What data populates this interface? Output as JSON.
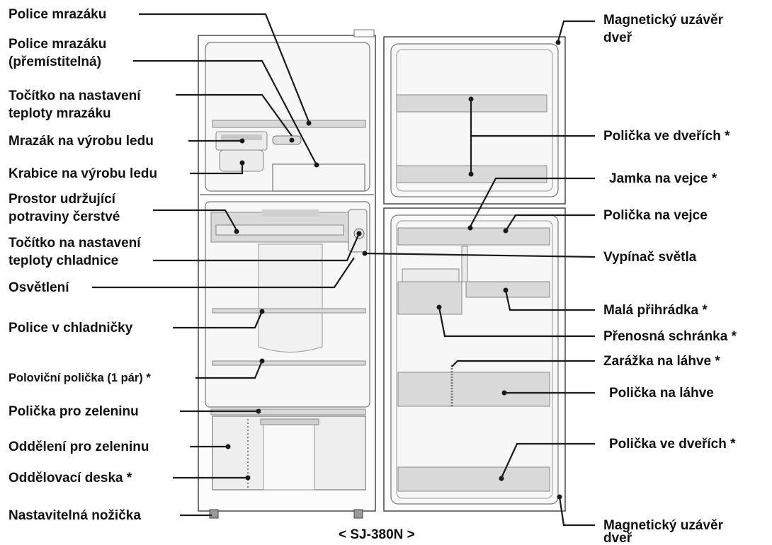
{
  "model_caption": "< SJ-380N >",
  "labels": {
    "freezer_shelf": "Police mrazáku",
    "freezer_shelf_movable_1": "Police mrazáku",
    "freezer_shelf_movable_2": "(přemístitelná)",
    "freezer_dial_1": "Točítko na nastavení",
    "freezer_dial_2": "teploty mrazáku",
    "ice_maker": "Mrazák na výrobu ledu",
    "ice_box": "Krabice na výrobu ledu",
    "fresh_zone_1": "Prostor udržující",
    "fresh_zone_2": "potraviny čerstvé",
    "fridge_dial_1": "Točítko na nastavení",
    "fridge_dial_2": "teploty chladnice",
    "lighting": "Osvětlení",
    "fridge_shelf": "Police v chladničky",
    "half_shelf": "Poloviční polička (1 pár) *",
    "veg_shelf": "Polička pro zeleninu",
    "veg_compartment": "Oddělení pro zeleninu",
    "divider": "Oddělovací deska *",
    "leg": "Nastavitelná nožička",
    "magnet_top_1": "Magnetický uzávěr",
    "magnet_top_2": "dveř",
    "door_shelf_top": "Polička ve dveřích *",
    "egg_cup": "Jamka na vejce *",
    "egg_shelf": "Polička na vejce",
    "light_switch": "Vypínač světla",
    "small_comp": "Malá přihrádka *",
    "portable_box": "Přenosná schránka *",
    "bottle_stopper": "Zarážka na láhve *",
    "bottle_shelf": "Polička na láhve",
    "door_shelf_bottom": "Polička ve dveřích *",
    "magnet_bottom_1": "Magnetický uzávěr",
    "magnet_bottom_2": "dveř"
  },
  "colors": {
    "lines": "#1a1a1a",
    "outline": "#555555",
    "shelf_fill": "#d9d9d9"
  }
}
